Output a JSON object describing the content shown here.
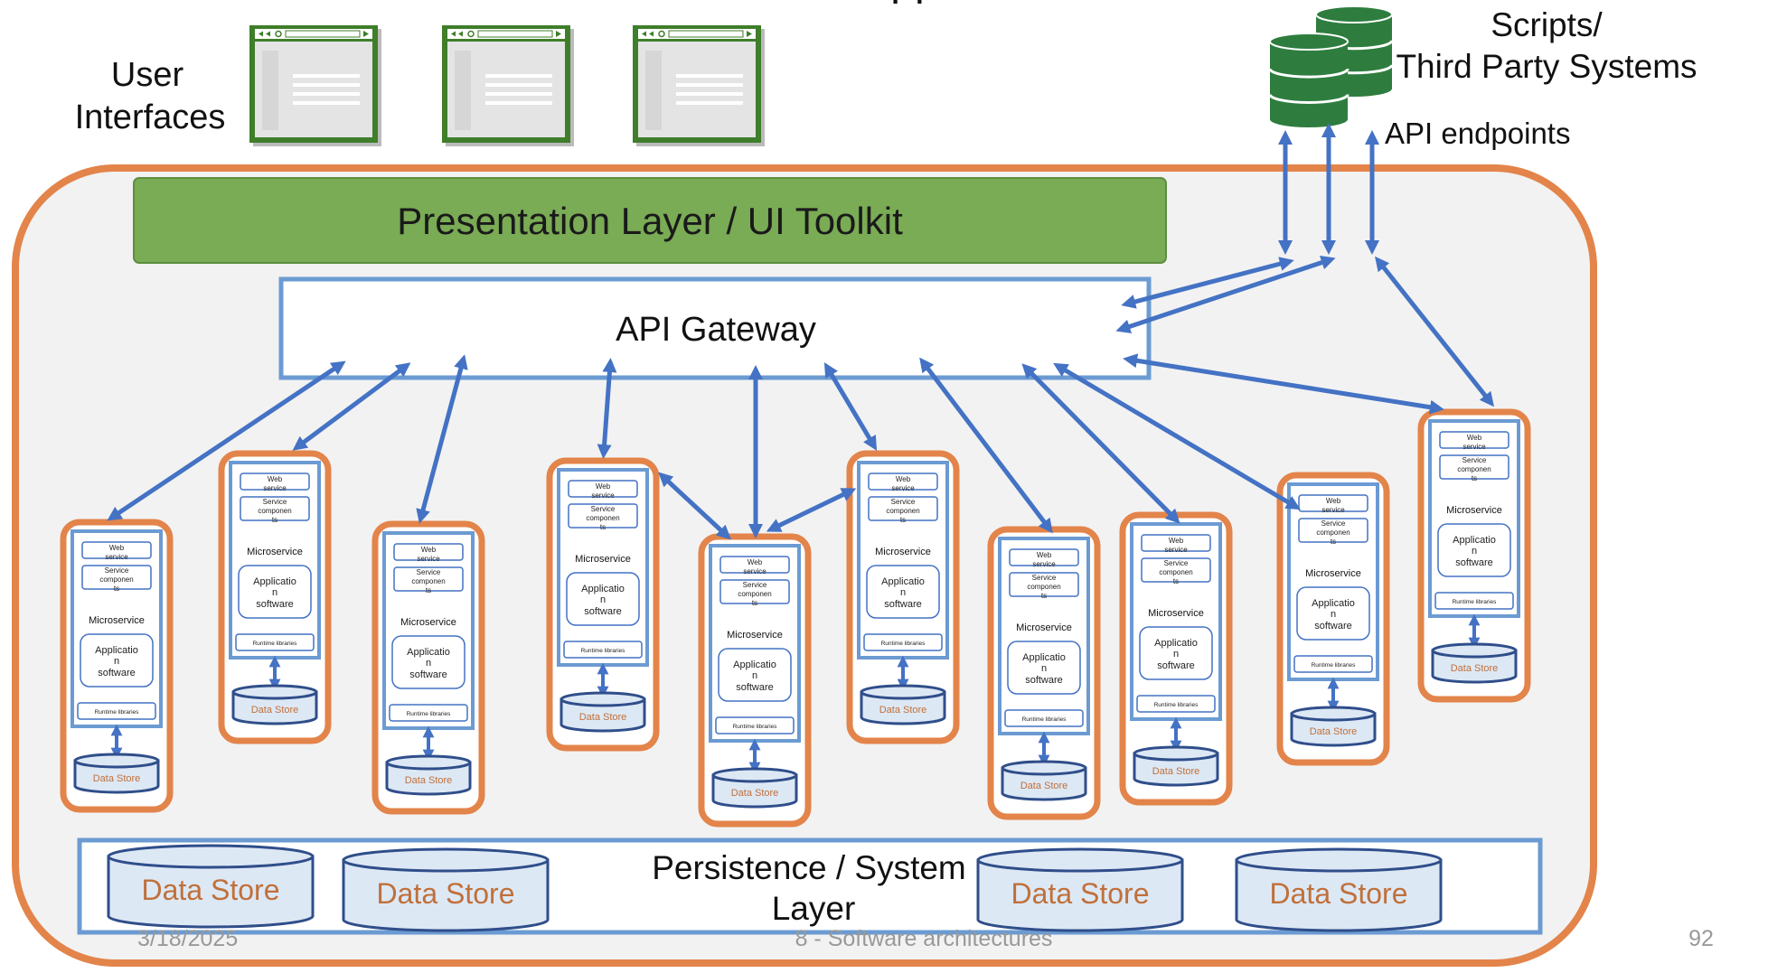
{
  "slide": {
    "title_fragment": "pp",
    "date": "3/18/2025",
    "footer": "8 - Software architectures",
    "page_number": "92"
  },
  "user_interfaces": {
    "label_line1": "User",
    "label_line2": "Interfaces",
    "window_count": 3
  },
  "scripts": {
    "label_line1": "Scripts/",
    "label_line2": "Third Party Systems",
    "endpoints_label": "API endpoints"
  },
  "presentation_layer": {
    "label": "Presentation Layer / UI Toolkit"
  },
  "api_gateway": {
    "label": "API Gateway"
  },
  "microservice": {
    "web_service_line1": "Web",
    "web_service_line2": "service",
    "service_components_line1": "Service",
    "service_components_line2": "componen",
    "service_components_line3": "ts",
    "title": "Microservice",
    "app_line1": "Applicatio",
    "app_line2": "n",
    "app_line3": "software",
    "runtime": "Runtime libraries",
    "data_store": "Data Store",
    "count": 10
  },
  "persistence_layer": {
    "label_line1": "Persistence / System",
    "label_line2": "Layer",
    "data_stores": [
      "Data Store",
      "Data Store",
      "Data Store",
      "Data Store"
    ]
  },
  "colors": {
    "orange": "#E3844A",
    "green": "#7AAB55",
    "dark_green": "#3F7E2A",
    "blue": "#4472C4",
    "light_blue_border": "#6B9BD2",
    "store_fill": "#DDE8F5",
    "store_text": "#C0703A",
    "db_green": "#2E7D3E",
    "panel_fill": "#F2F2F2"
  }
}
